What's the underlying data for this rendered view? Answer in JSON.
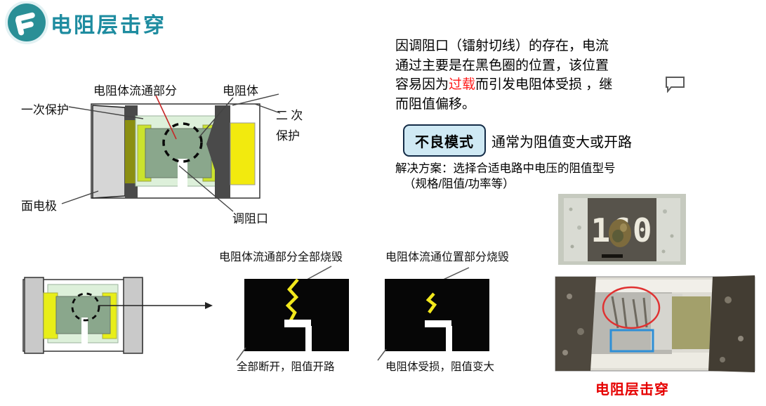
{
  "header": {
    "title": "电阻层击穿"
  },
  "icons": {
    "logo": "brand-f-logo",
    "comment": "comment-bubble"
  },
  "colors": {
    "title_teal": "#1e8ca0",
    "logo_teal": "#2a8f96",
    "highlight_red": "#ff1a1a",
    "badge_fill": "#cfe9f4",
    "badge_border": "#142c47",
    "zigzag_yellow": "#f2e81c",
    "annotation_red": "#e03131",
    "annotation_blue": "#2f8fd6",
    "caption_red": "#e60000"
  },
  "top_diagram": {
    "labels": {
      "flow_part": "电阻体流通部分",
      "resistor_body": "电阻体",
      "primary_protection": "一次保护",
      "secondary_protection_line1": "二 次",
      "secondary_protection_line2": "保护",
      "face_electrode": "面电极",
      "trim_notch": "调阻口"
    }
  },
  "description": {
    "line1": "因调阻口（镭射切线）的存在，电流",
    "line2": "通过主要是在黑色圈的位置，该位置",
    "line3_before": "容易因为",
    "line3_highlight": "过载",
    "line3_after": "而引发电阻体受损 ，继",
    "line4": "而阻值偏移。"
  },
  "failure_mode": {
    "badge": "不良模式",
    "text": "通常为阻值变大或开路"
  },
  "solution": {
    "line1": "解决方案：选择合适电路中电压的阻值型号",
    "line2": "（规格/阻值/功率等）"
  },
  "burn_diagrams": {
    "left": {
      "title": "电阻体流通部分全部烧毁",
      "caption": "全部断开，阻值开路"
    },
    "right": {
      "title": "电阻体流通位置部分烧毁",
      "caption": "电阻体受损，阻值变大"
    }
  },
  "photos": {
    "marking": "160",
    "caption": "电阻层击穿"
  }
}
